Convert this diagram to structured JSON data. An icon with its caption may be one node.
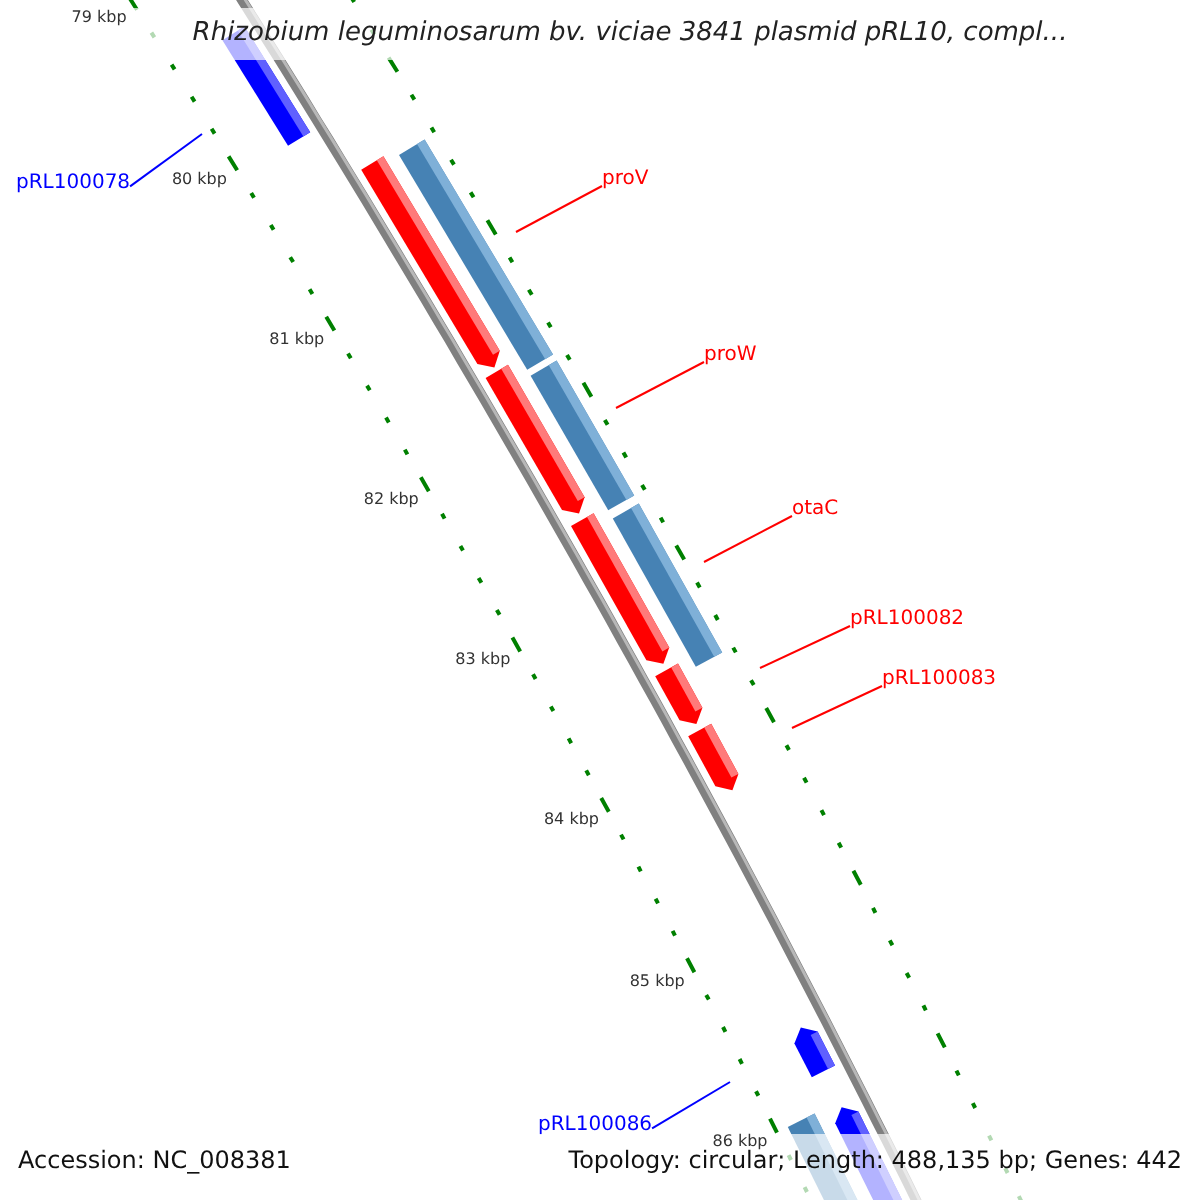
{
  "diagram": {
    "title": "Rhizobium leguminosarum bv. viciae 3841 plasmid pRL10, compl...",
    "nodes": [
      {
        "text": [
          "pRL100078"
        ]
      },
      {
        "text": [
          "proV"
        ]
      },
      {
        "text": [
          "proW"
        ]
      },
      {
        "text": [
          "otaC"
        ]
      },
      {
        "text": [
          "pRL100082"
        ]
      },
      {
        "text": [
          "pRL100083"
        ]
      },
      {
        "text": [
          "pRL100086"
        ]
      }
    ],
    "edges": [
      {
        "from": 0,
        "to": null,
        "arrow": "none",
        "color": "#0000ff"
      },
      {
        "from": 1,
        "to": null,
        "arrow": "none"
      },
      {
        "from": 2,
        "to": null,
        "arrow": "none"
      },
      {
        "from": 3,
        "to": null,
        "arrow": "none"
      },
      {
        "from": 4,
        "to": null,
        "arrow": "none"
      },
      {
        "from": 5,
        "to": null,
        "arrow": "none"
      },
      {
        "from": 6,
        "to": null,
        "arrow": "none",
        "color": "#0000ff"
      }
    ],
    "labels": [
      "79 kbp",
      "80 kbp",
      "81 kbp",
      "82 kbp",
      "83 kbp",
      "84 kbp",
      "85 kbp",
      "86 kbp",
      "Accession: NC_008381",
      "Topology: circular; Length: 488,135 bp; Genes: 442"
    ]
  }
}
